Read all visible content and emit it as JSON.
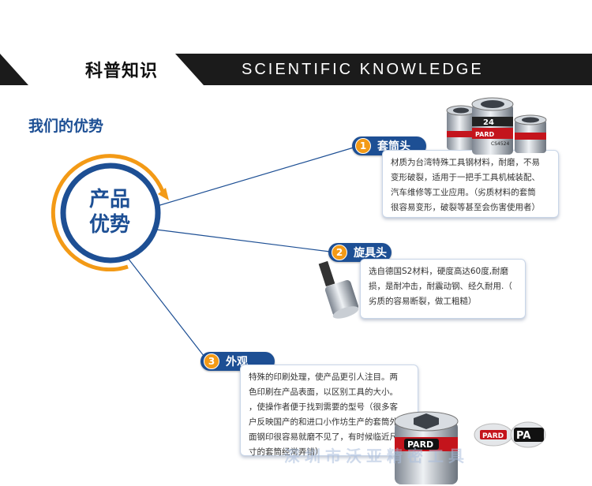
{
  "banner": {
    "title_cn": "科普知识",
    "title_en": "SCIENTIFIC KNOWLEDGE"
  },
  "section": {
    "heading": "我们的优势"
  },
  "circle": {
    "line1": "产品",
    "line2": "优势",
    "ring_color": "#1d4f94",
    "arc_color": "#f39a16"
  },
  "points": [
    {
      "number": "1",
      "label": "套筒头",
      "lines": [
        "材质为台湾特殊工具钢材料，耐磨，不易",
        "变形破裂，适用于一把手工具机械装配、",
        "汽车维修等工业应用。（劣质材料的套筒",
        "很容易变形，破裂等甚至会伤害使用者）"
      ]
    },
    {
      "number": "2",
      "label": "旋具头",
      "lines": [
        "选自德国S2材料，硬度高达60度,耐磨",
        "损，是耐冲击，耐震动钢、经久耐用.（",
        "劣质的容易断裂，做工粗糙）"
      ]
    },
    {
      "number": "3",
      "label": "外观",
      "lines": [
        "特殊的印刷处理，使产品更引人注目。两",
        "色印刷在产品表面，以区别工具的大小。",
        "，使操作者便于找到需要的型号（很多客",
        "户反映国产的和进口小作坊生产的套筒外",
        "面钢印很容易就磨不见了，有时候临近尺",
        "寸的套筒经常弄错）"
      ]
    }
  ],
  "product_marks": {
    "socket_size": "24",
    "socket_brand": "PARD",
    "socket_code": "CS4524",
    "print_sample_1": "PARD",
    "print_sample_2": "PA"
  },
  "watermark": "深圳市沃亚精密工具"
}
